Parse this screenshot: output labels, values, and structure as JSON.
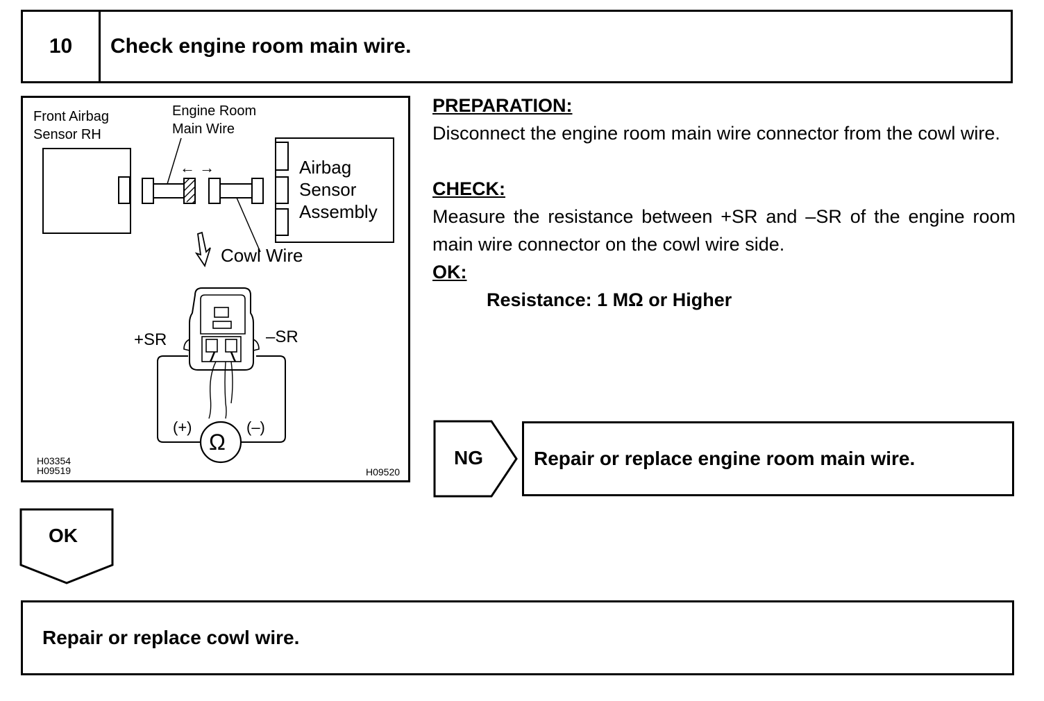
{
  "step": {
    "number": "10",
    "title": "Check engine room main wire."
  },
  "figure": {
    "labels": {
      "sensor_rh": "Front Airbag\nSensor RH",
      "engine_wire": "Engine Room\nMain Wire",
      "assembly": "Airbag\nSensor\nAssembly",
      "cowl_wire": "Cowl Wire",
      "plus_sr": "+SR",
      "minus_sr": "–SR",
      "plus_probe": "(+)",
      "minus_probe": "(–)",
      "ohm": "Ω",
      "drag_arrows": "←  →"
    },
    "codes": {
      "left": "H03354\nH09519",
      "right": "H09520"
    }
  },
  "instructions": {
    "preparation_heading": "PREPARATION:",
    "preparation_text": "Disconnect the engine room main wire connector from the cowl wire.",
    "check_heading": "CHECK:",
    "check_text": "Measure the resistance between +SR and –SR of the engine room main wire connector on the cowl wire side.",
    "ok_heading": "OK:",
    "ok_spec": "Resistance: 1 MΩ or Higher"
  },
  "ng_branch": {
    "tag": "NG",
    "action": "Repair or replace engine room main wire."
  },
  "ok_branch": {
    "tag": "OK",
    "action": "Repair or replace cowl wire."
  }
}
